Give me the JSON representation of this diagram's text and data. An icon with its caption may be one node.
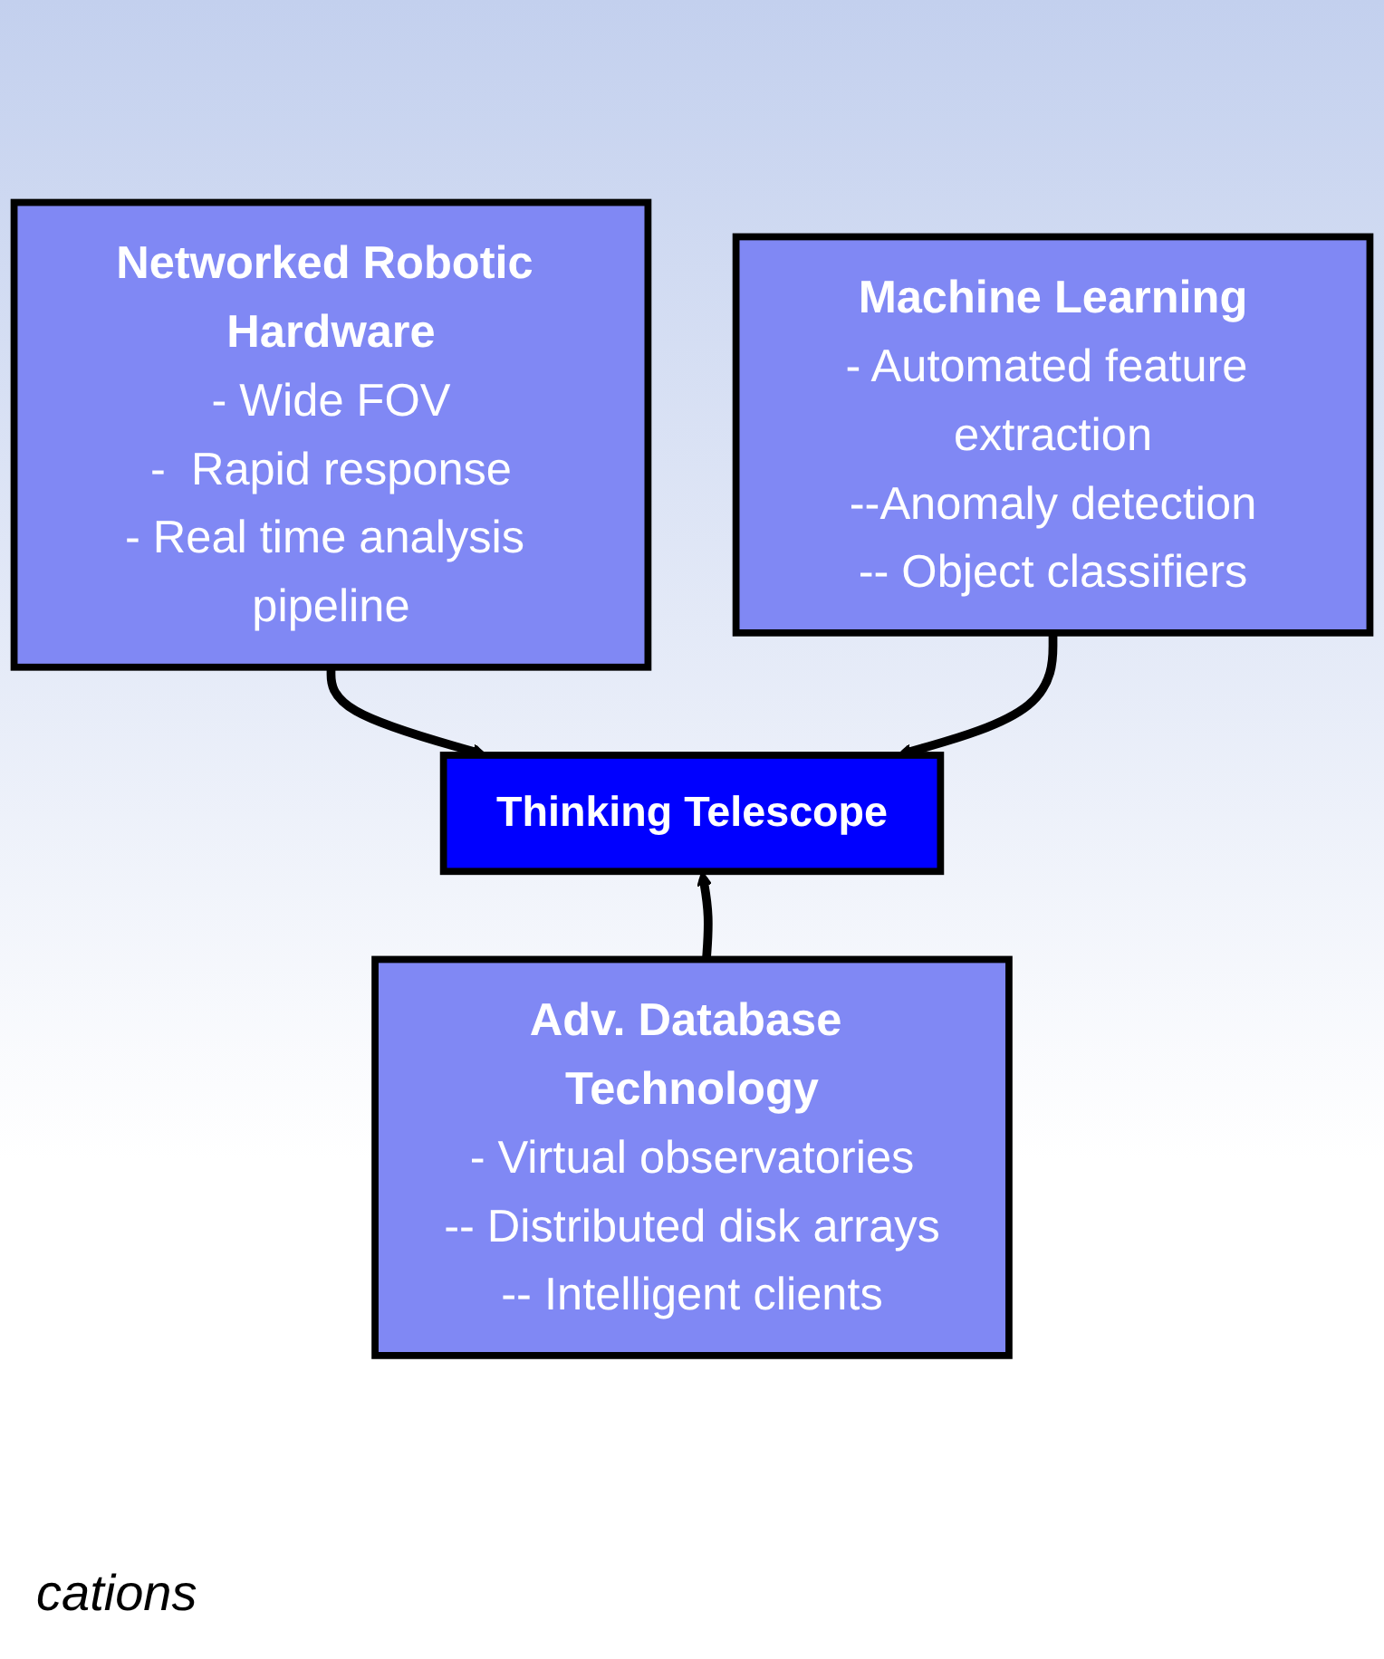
{
  "diagram": {
    "nodes": [
      {
        "text": [
          "Networked Robotic Hardware",
          "- Wide FOV",
          "-  Rapid response",
          "- Real time analysis pipeline"
        ]
      },
      {
        "text": [
          "Machine Learning",
          "- Automated feature extraction",
          "--Anomaly detection",
          "-- Object classifiers"
        ]
      },
      {
        "text": [
          "Thinking  Telescope"
        ]
      },
      {
        "text": [
          "Adv. Database Technology",
          "- Virtual observatories",
          "-- Distributed disk arrays",
          "-- Intelligent clients"
        ]
      }
    ],
    "edges": [
      {
        "from": 0,
        "to": 2,
        "arrow": "to"
      },
      {
        "from": 1,
        "to": 2,
        "arrow": "to"
      },
      {
        "from": 3,
        "to": 2,
        "arrow": "to"
      }
    ],
    "labels": [
      "cations"
    ]
  }
}
